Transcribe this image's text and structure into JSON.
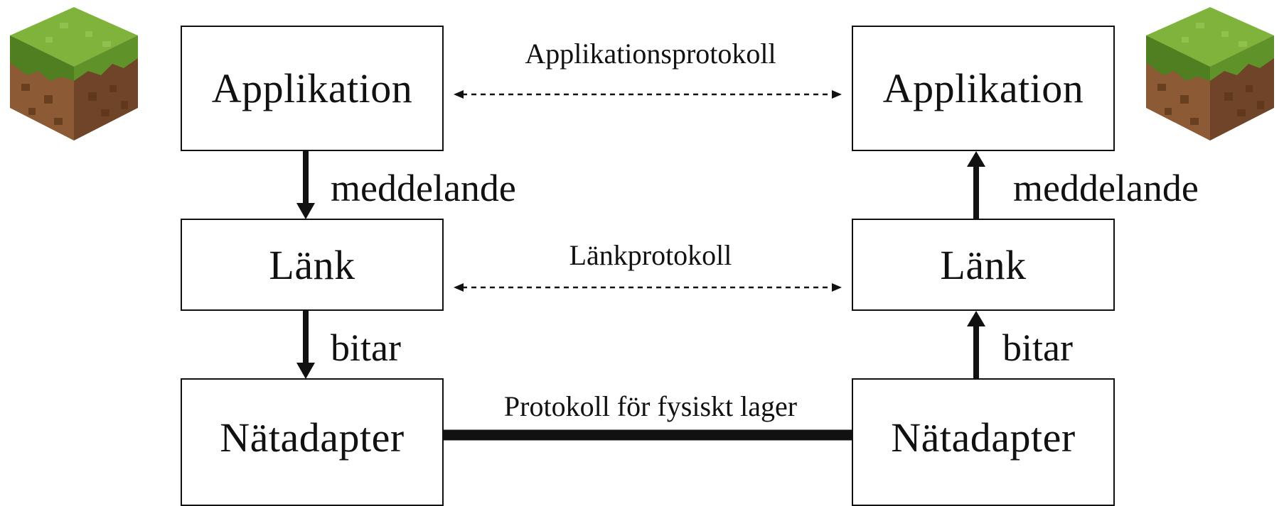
{
  "left_stack": {
    "application": "Applikation",
    "link": "Länk",
    "adapter": "Nätadapter",
    "message_label": "meddelande",
    "bits_label": "bitar"
  },
  "right_stack": {
    "application": "Applikation",
    "link": "Länk",
    "adapter": "Nätadapter",
    "message_label": "meddelande",
    "bits_label": "bitar"
  },
  "protocols": {
    "application": "Applikationsprotokoll",
    "link": "Länkprotokoll",
    "physical": "Protokoll för fysiskt lager"
  },
  "colors": {
    "line": "#111111",
    "grass_light": "#7fb33b",
    "grass_dark": "#4f7f21",
    "dirt_light": "#8c5a35",
    "dirt_dark": "#5a3517"
  },
  "decorations": {
    "left_icon": "grass-block-icon",
    "right_icon": "grass-block-icon"
  }
}
